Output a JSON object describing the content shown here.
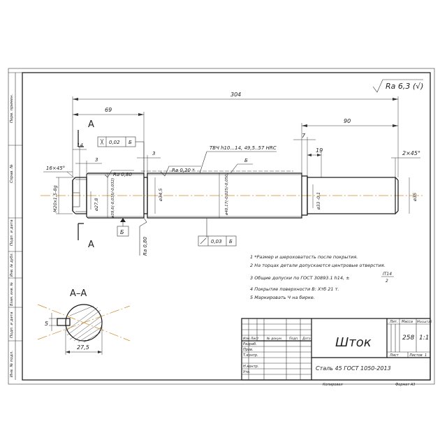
{
  "roughness_general": "Ra 6,3 (√)",
  "dimensions": {
    "total_length": "304",
    "len_69": "69",
    "len_90": "90",
    "len_7": "7",
    "len_19": "19",
    "chamfer_right": "2×45°",
    "chamfer_left": "16×45°",
    "len_14": "14",
    "len_3a": "3",
    "len_3b": "3",
    "thread": "M20x1,5-8g",
    "d_27_8": "ø27,8",
    "d_shaft": "ø39,6(-0,016/-0,032)",
    "d_34_5": "ø34,5",
    "d_40": "ø40,17(-0,025/-0,050)",
    "d_33": "ø33 -0,1",
    "d_35": "ø35",
    "section_width": "27,5",
    "section_key": "5"
  },
  "annotations": {
    "heat_treatment": "ТВЧ h10...14, 49,5..57 HRC",
    "ra_080_a": "Ra 0,80",
    "ra_020": "Ra 0,20 *",
    "ra_080_b": "Ra 0,80",
    "surface_b": "Б",
    "tol_flat": "0,02",
    "tol_runout": "0,03",
    "datum_b": "Б",
    "section_mark": "A",
    "section_title": "A–A"
  },
  "notes": [
    "1  *Размер и шероховатость после покрытия.",
    "2  На торцах детали допускаются центровые отверстия.",
    "3  Общие допуски по ГОСТ 30893.1 h14, ±",
    "4  Покрытие поверхности В: Хтб 21 т.",
    "5  Маркировать Ч на бирке."
  ],
  "note3_fraction": {
    "top": "IT14",
    "bottom": "2"
  },
  "side_stamps": [
    "Перв. примен.",
    "Справ. №",
    "Подп. и дата",
    "Инв. № дубл.",
    "Взам. инв. №",
    "Подп. и дата",
    "Инв. № подл."
  ],
  "title_block": {
    "name": "Шток",
    "material": "Сталь 45 ГОСТ 1050-2013",
    "col_lit": "Лит.",
    "col_mass": "Масса",
    "col_scale": "Масштаб",
    "mass": "258",
    "scale": "1:1",
    "sheet_label": "Лист",
    "sheets_label": "Листов",
    "sheets_count": "1",
    "row_izm": "Изм.",
    "row_list": "Лист",
    "row_doc": "№ докум.",
    "row_sign": "Подп.",
    "row_date": "Дата",
    "role_razrab": "Разраб.",
    "role_prov": "Пров.",
    "role_tkontr": "Т.контр.",
    "role_nkontr": "Н.контр.",
    "role_utv": "Утв.",
    "copied": "Копировал",
    "format": "Формат  А3"
  }
}
